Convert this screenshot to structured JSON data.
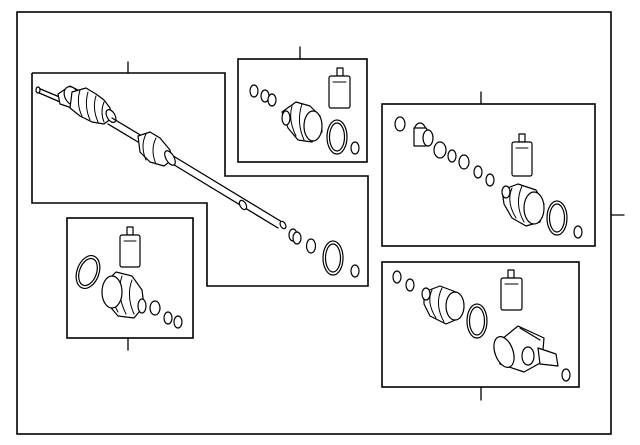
{
  "diagram": {
    "kind": "exploded-parts-illustration",
    "subject": "axle-shaft-assembly",
    "printed_text": [],
    "callout_groups": [
      {
        "id": "shaft-assembly",
        "parts": [
          "cv-joint",
          "boot",
          "shaft",
          "boot",
          "washers",
          "clip"
        ]
      },
      {
        "id": "inner-boot-kit-top",
        "parts": [
          "grease-tube",
          "clamp-rings",
          "boot",
          "large-clamp",
          "clip"
        ]
      },
      {
        "id": "outer-boot-kit-bottom-left",
        "parts": [
          "grease-tube",
          "large-clamp",
          "boot",
          "clamp-rings"
        ]
      },
      {
        "id": "inner-joint-kit-right",
        "parts": [
          "snap-rings",
          "bearing",
          "washers",
          "grease-tube",
          "boot",
          "large-clamp",
          "clip"
        ]
      },
      {
        "id": "outer-joint-kit-bottom-right",
        "parts": [
          "snap-rings",
          "boot",
          "grease-tube",
          "large-clamp",
          "cv-joint-housing",
          "clip"
        ]
      }
    ],
    "colors": {
      "line": "#000000",
      "background": "#ffffff"
    }
  }
}
